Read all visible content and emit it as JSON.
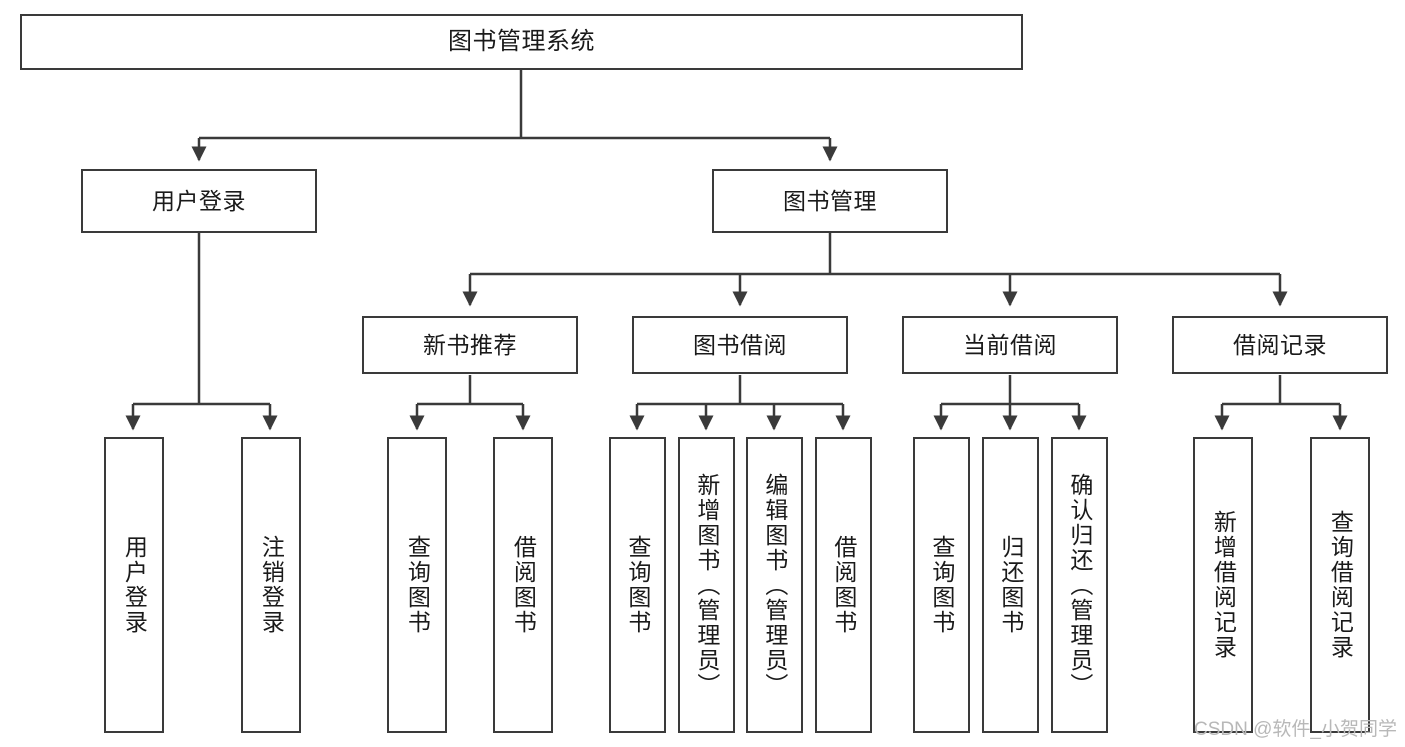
{
  "diagram": {
    "title": "图书管理系统",
    "watermark": "CSDN @软件_小贺同学",
    "stroke_color": "#3a3a3a",
    "text_color": "#1a1a1a",
    "background_color": "#ffffff",
    "nodes": {
      "root": {
        "label": "图书管理系统"
      },
      "level2": [
        {
          "id": "user-login",
          "label": "用户登录"
        },
        {
          "id": "book-management",
          "label": "图书管理"
        }
      ],
      "level3": [
        {
          "id": "new-book-recommend",
          "label": "新书推荐"
        },
        {
          "id": "book-borrow",
          "label": "图书借阅"
        },
        {
          "id": "current-borrow",
          "label": "当前借阅"
        },
        {
          "id": "borrow-record",
          "label": "借阅记录"
        }
      ],
      "leaves": {
        "user_login": [
          {
            "id": "leaf-user-login",
            "label": "用户登录"
          },
          {
            "id": "leaf-logout-login",
            "label": "注销登录"
          }
        ],
        "new_book_recommend": [
          {
            "id": "leaf-query-book-1",
            "label": "查询图书"
          },
          {
            "id": "leaf-borrow-book-1",
            "label": "借阅图书"
          }
        ],
        "book_borrow": [
          {
            "id": "leaf-query-book-2",
            "label": "查询图书"
          },
          {
            "id": "leaf-add-book",
            "label": "新增图书（管理员）"
          },
          {
            "id": "leaf-edit-book",
            "label": "编辑图书（管理员）"
          },
          {
            "id": "leaf-borrow-book-2",
            "label": "借阅图书"
          }
        ],
        "current_borrow": [
          {
            "id": "leaf-query-book-3",
            "label": "查询图书"
          },
          {
            "id": "leaf-return-book",
            "label": "归还图书"
          },
          {
            "id": "leaf-confirm-return",
            "label": "确认归还（管理员）"
          }
        ],
        "borrow_record": [
          {
            "id": "leaf-add-record",
            "label": "新增借阅记录"
          },
          {
            "id": "leaf-query-record",
            "label": "查询借阅记录"
          }
        ]
      }
    }
  }
}
